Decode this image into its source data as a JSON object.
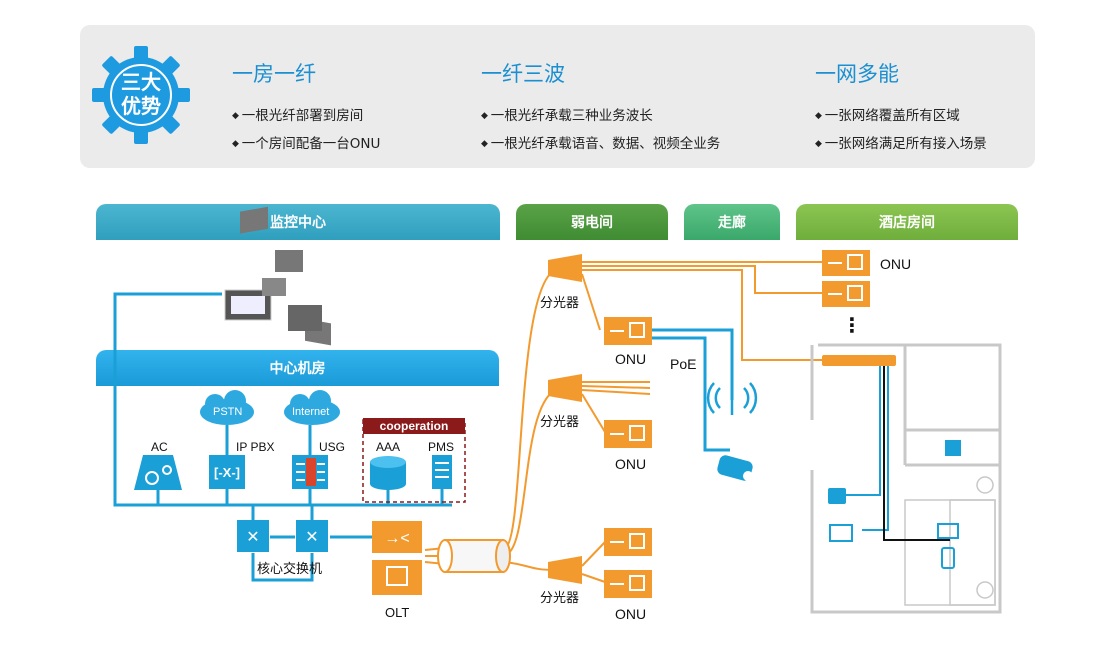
{
  "badge": {
    "line1": "三大",
    "line2": "优势"
  },
  "advantages": [
    {
      "title": "一房一纤",
      "points": [
        "一根光纤部署到房间",
        "一个房间配备一台ONU"
      ]
    },
    {
      "title": "一纤三波",
      "points": [
        "一根光纤承载三种业务波长",
        "一根光纤承载语音、数据、视频全业务"
      ]
    },
    {
      "title": "一网多能",
      "points": [
        "一张网络覆盖所有区域",
        "一张网络满足所有接入场景"
      ]
    }
  ],
  "sections": {
    "monitor": "监控中心",
    "weak_room": "弱电间",
    "corridor": "走廊",
    "hotel_room": "酒店房间",
    "datacenter": "中心机房"
  },
  "devices": {
    "ac": "AC",
    "pstn": "PSTN",
    "internet": "Internet",
    "ip_pbx": "IP PBX",
    "usg": "USG",
    "cooperation": "cooperation",
    "aaa": "AAA",
    "pms": "PMS",
    "core_switch": "核心交换机",
    "olt": "OLT",
    "splitter": "分光器",
    "onu": "ONU",
    "poe": "PoE",
    "ellipsis": "⋮"
  },
  "colors": {
    "blue": "#1a9fd6",
    "orange": "#f39a2e",
    "green": "#76b547",
    "darkgreen": "#4f9a3a",
    "teal": "#3aa5c2"
  }
}
